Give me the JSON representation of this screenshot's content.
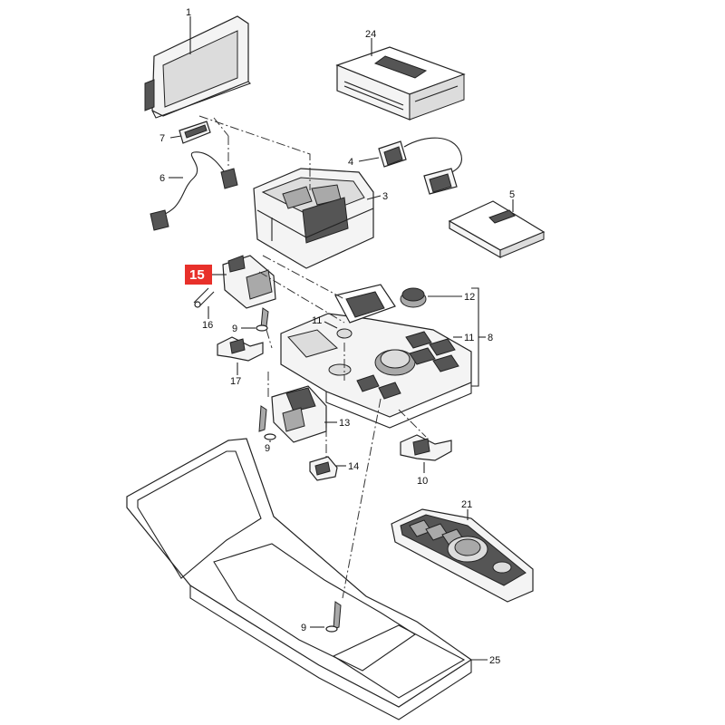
{
  "diagram": {
    "highlight_color": "#e8302a",
    "highlighted_part": "15",
    "labels": {
      "p1": "1",
      "p24": "24",
      "p7": "7",
      "p4": "4",
      "p6": "6",
      "p3": "3",
      "p5": "5",
      "p15": "15",
      "p12": "12",
      "p11a": "11",
      "p11b": "11",
      "p8": "8",
      "p16": "16",
      "p9a": "9",
      "p17": "17",
      "p13": "13",
      "p9b": "9",
      "p14": "14",
      "p10": "10",
      "p21": "21",
      "p9c": "9",
      "p25": "25"
    }
  }
}
